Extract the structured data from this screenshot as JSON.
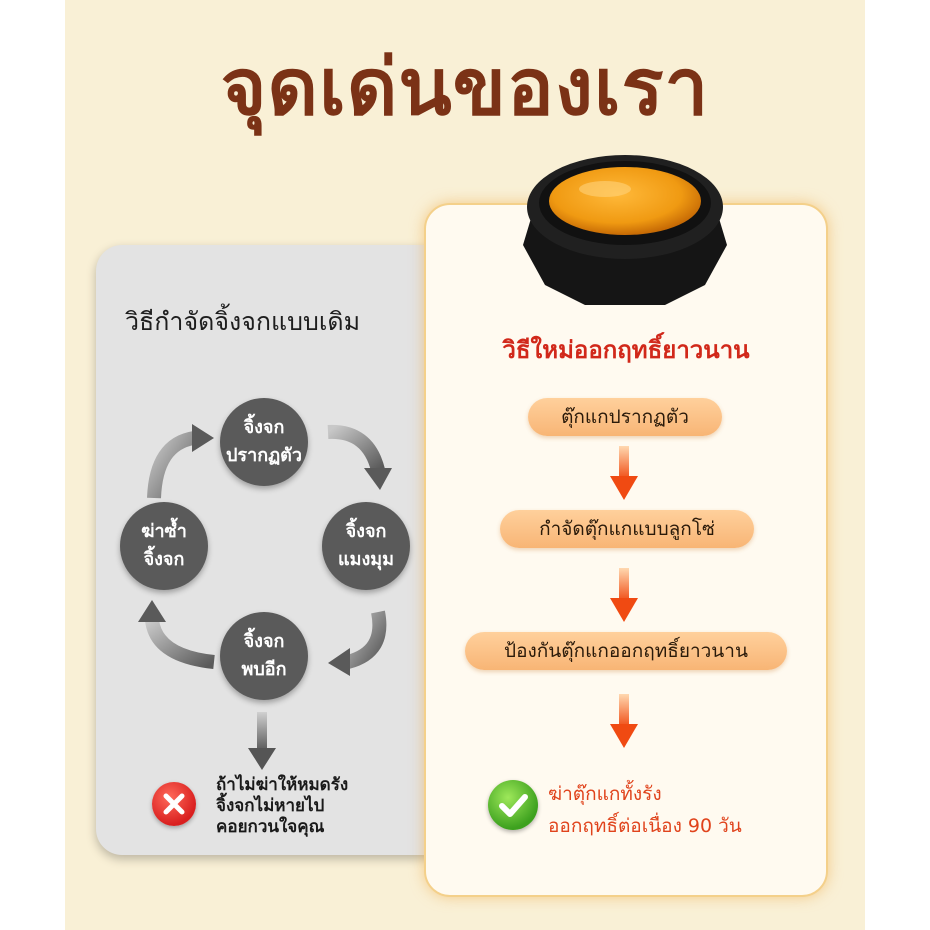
{
  "title": "จุดเด่นของเรา",
  "left": {
    "heading": "วิธีกำจัดจิ้งจกแบบเดิม",
    "cycle": [
      "จิ้งจก\nปรากฏตัว",
      "จิ้งจก\nแมงมุม",
      "จิ้งจก\nพบอีก",
      "ฆ่าซ้ำ\nจิ้งจก"
    ],
    "result": "ถ้าไม่ฆ่าให้หมดรัง\nจิ้งจกไม่หายไป\nคอยกวนใจคุณ"
  },
  "right": {
    "heading": "วิธีใหม่ออกฤทธิ์ยาวนาน",
    "steps": [
      "ตุ๊กแกปรากฏตัว",
      "กำจัดตุ๊กแกแบบลูกโซ่",
      "ป้องกันตุ๊กแกออกฤทธิ์ยาวนาน"
    ],
    "result": "ฆ่าตุ๊กแกทั้งรัง\nออกฤทธิ์ต่อเนื่อง 90 วัน"
  },
  "colors": {
    "title": "#7b3216",
    "accent_red": "#d1281a",
    "pill": "#f8b575",
    "gray_circle": "#5a5a5a"
  },
  "icons": {
    "fail": "x-circle-icon",
    "success": "check-circle-icon"
  }
}
